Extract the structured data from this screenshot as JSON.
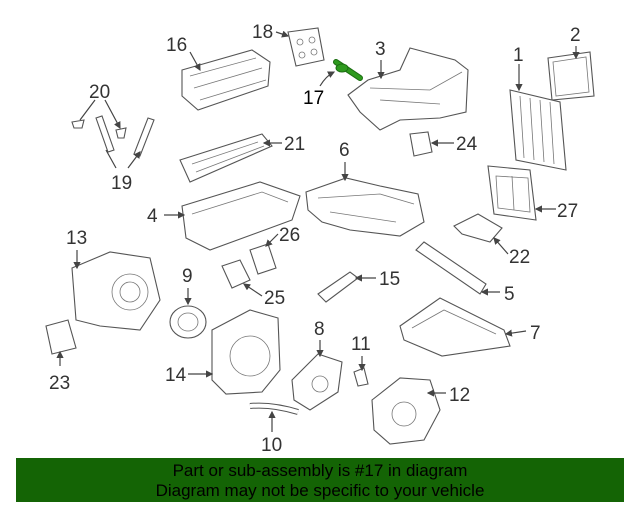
{
  "diagram": {
    "highlight_part": "17",
    "highlight_color": "#2e9a1e",
    "labels": {
      "p1": "1",
      "p2": "2",
      "p3": "3",
      "p4": "4",
      "p5": "5",
      "p6": "6",
      "p7": "7",
      "p8": "8",
      "p9": "9",
      "p10": "10",
      "p11": "11",
      "p12": "12",
      "p13": "13",
      "p14": "14",
      "p15": "15",
      "p16": "16",
      "p17": "17",
      "p18": "18",
      "p19": "19",
      "p20": "20",
      "p21": "21",
      "p22": "22",
      "p23": "23",
      "p24": "24",
      "p25": "25",
      "p26": "26",
      "p27": "27"
    }
  },
  "banner": {
    "line1": "Part or sub-assembly is #17 in diagram",
    "line2": "Diagram may not be specific to your vehicle",
    "color": "#146405"
  }
}
